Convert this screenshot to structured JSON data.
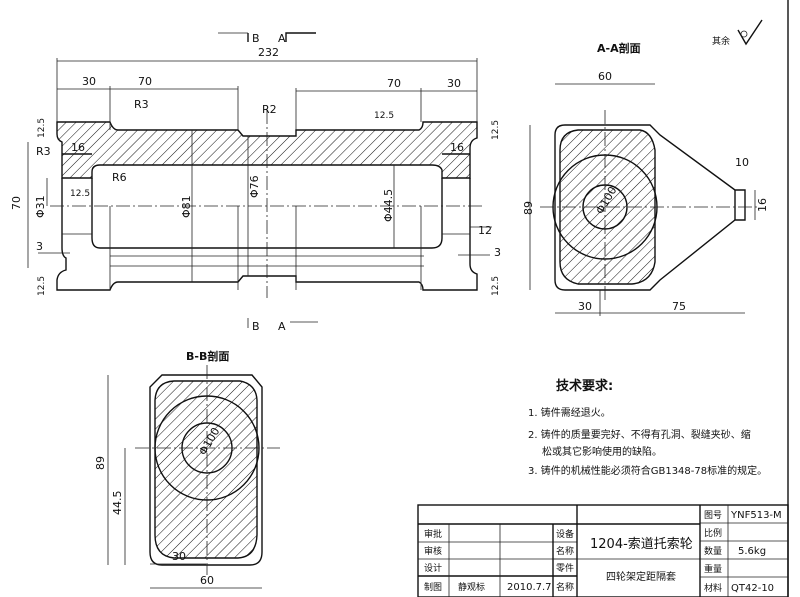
{
  "section_marks": {
    "b": "B",
    "a": "A"
  },
  "main_view": {
    "overall_length": "232",
    "left_end": "30",
    "left_span": "70",
    "right_span": "70",
    "right_end": "30",
    "r3_top": "R3",
    "r2": "R2",
    "r3_left": "R3",
    "r6": "R6",
    "counterbore_left": "16",
    "counterbore_right": "16",
    "roughness": "12.5",
    "dia_31": "Φ31",
    "dia_81": "Φ81",
    "dia_76": "Φ76",
    "dia_44_5": "Φ44.5",
    "height_70": "70",
    "step_3_left": "3",
    "step_3_right": "3",
    "dim_12": "12"
  },
  "section_aa": {
    "title": "A-A剖面",
    "width_60": "60",
    "slot_10": "10",
    "height_89": "89",
    "slot_16": "16",
    "dia_100": "Φ100",
    "base_30": "30",
    "base_75": "75"
  },
  "section_bb": {
    "title": "B-B剖面",
    "height_89": "89",
    "height_44_5": "44.5",
    "dia_100": "Φ100",
    "base_30": "30",
    "width_60": "60"
  },
  "roughness_note": {
    "label": "其余"
  },
  "tech_requirements": {
    "title": "技术要求:",
    "items": [
      "1. 铸件需经退火。",
      "2. 铸件的质量要完好、不得有孔洞、裂缝夹砂、缩",
      "松或其它影响使用的缺陷。",
      "3. 铸件的机械性能必须符合GB1348-78标准的规定。"
    ]
  },
  "title_block": {
    "review": "审批",
    "check": "审核",
    "design": "设计",
    "draw": "制图",
    "drafter": "静观标",
    "date": "2010.7.7",
    "equipment_label_1": "设备",
    "equipment_label_2": "名称",
    "equipment_name": "1204-索道托索轮",
    "part_label_1": "零件",
    "part_label_2": "名称",
    "part_name": "四轮架定距隔套",
    "drawing_no_label": "图号",
    "drawing_no": "YNF513-M",
    "scale_label": "比例",
    "scale": "",
    "quantity_label": "数量",
    "quantity": "5.6kg",
    "weight_label": "重量",
    "weight": "",
    "material_label": "材料",
    "material": "QT42-10"
  }
}
